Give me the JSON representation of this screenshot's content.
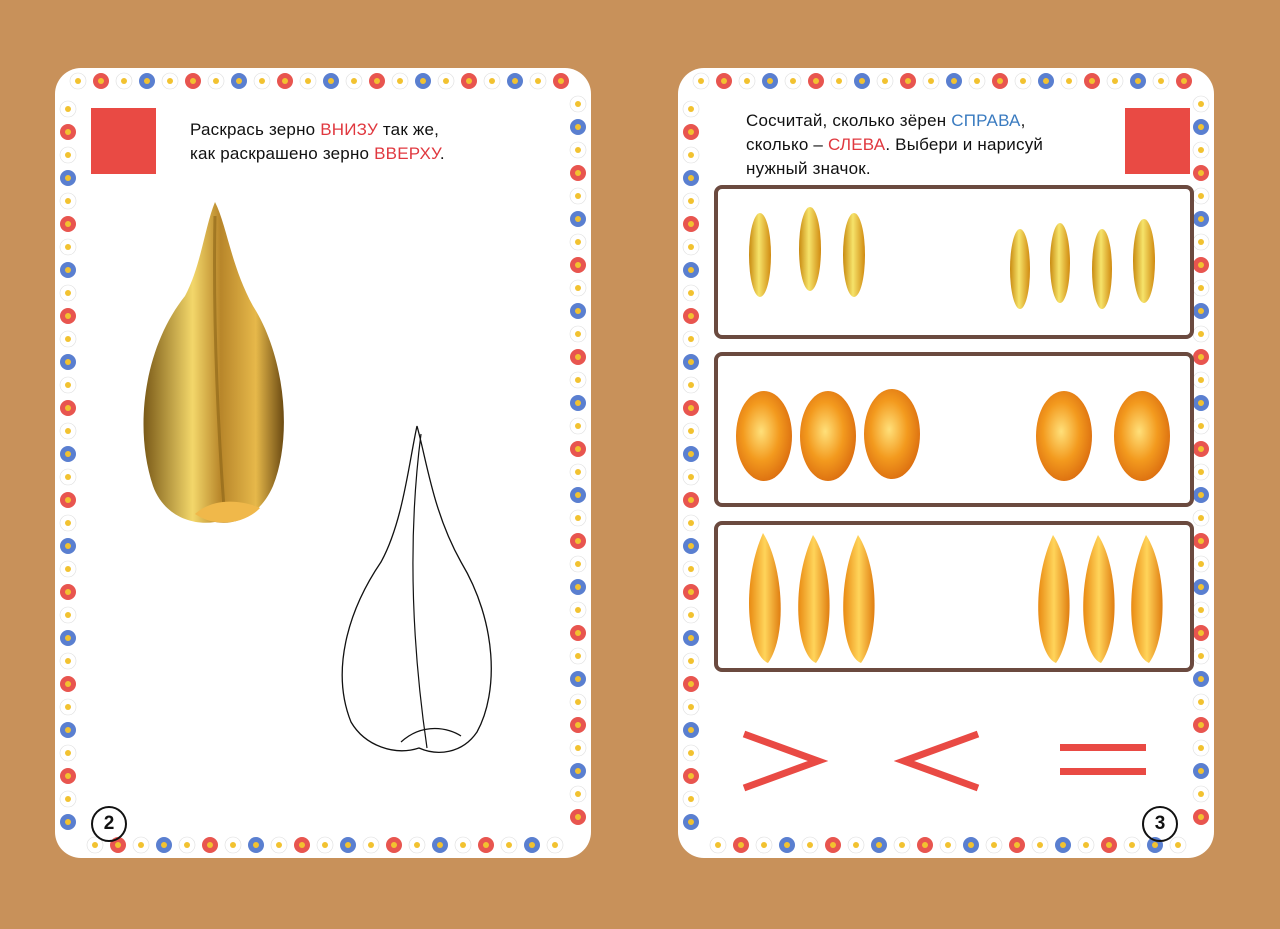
{
  "left_page": {
    "instruction": {
      "line1_a": "Раскрась зерно ",
      "line1_hl": "ВНИЗУ",
      "line1_b": " так же,",
      "line2_a": "как раскрашено зерно ",
      "line2_hl": "ВВЕРХУ",
      "line2_b": "."
    },
    "page_number": "2"
  },
  "right_page": {
    "instruction": {
      "line1_a": "Сосчитай, сколько зёрен ",
      "line1_hl": "СПРАВА",
      "line1_b": ",",
      "line2_a": "сколько – ",
      "line2_hl": "СЛЕВА",
      "line2_b": ". Выбери и нарисуй",
      "line3": "нужный значок."
    },
    "rows": [
      {
        "left_count": 3,
        "right_count": 4,
        "grain": "slender-yellow-grain-icon"
      },
      {
        "left_count": 3,
        "right_count": 2,
        "grain": "round-orange-grain-icon"
      },
      {
        "left_count": 3,
        "right_count": 3,
        "grain": "long-orange-grain-icon"
      }
    ],
    "signs": [
      "greater-than-icon",
      "less-than-icon",
      "equals-icon"
    ],
    "page_number": "3"
  },
  "colors": {
    "background": "#c8915a",
    "accent_red": "#e94a44",
    "accent_blue": "#3a7bc0",
    "box_border": "#6b4a3f"
  }
}
